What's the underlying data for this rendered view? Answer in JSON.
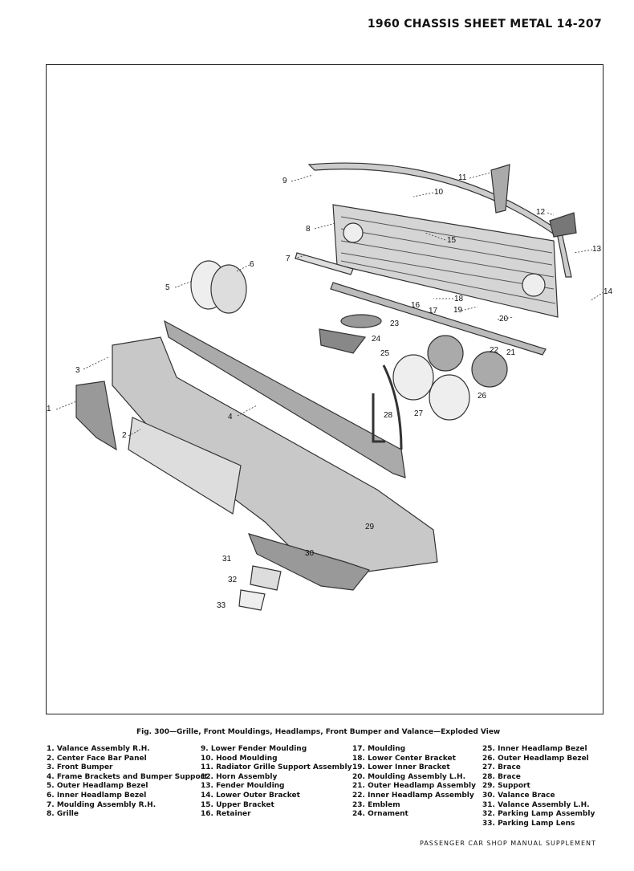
{
  "header": {
    "title": "1960 CHASSIS SHEET METAL 14-207"
  },
  "callouts": [
    "1",
    "2",
    "3",
    "4",
    "5",
    "6",
    "7",
    "8",
    "9",
    "10",
    "11",
    "12",
    "13",
    "14",
    "15",
    "16",
    "17",
    "18",
    "19",
    "20",
    "21",
    "22",
    "23",
    "24",
    "25",
    "26",
    "27",
    "28",
    "29",
    "30",
    "31",
    "32",
    "33"
  ],
  "caption": "Fig. 300—Grille, Front Mouldings, Headlamps, Front Bumper and Valance—Exploded View",
  "legend": {
    "col1": [
      "1. Valance Assembly R.H.",
      "2. Center Face Bar Panel",
      "3. Front Bumper",
      "4. Frame Brackets and Bumper Support",
      "5. Outer Headlamp Bezel",
      "6. Inner Headlamp Bezel",
      "7. Moulding Assembly R.H.",
      "8. Grille"
    ],
    "col2": [
      "9. Lower Fender Moulding",
      "10. Hood Moulding",
      "11. Radiator Grille Support Assembly",
      "12. Horn Assembly",
      "13. Fender Moulding",
      "14. Lower Outer Bracket",
      "15. Upper Bracket",
      "16. Retainer"
    ],
    "col3": [
      "17. Moulding",
      "18. Lower Center Bracket",
      "19. Lower Inner Bracket",
      "20. Moulding Assembly L.H.",
      "21. Outer Headlamp Assembly",
      "22. Inner Headlamp Assembly",
      "23. Emblem",
      "24. Ornament"
    ],
    "col4": [
      "25. Inner Headlamp Bezel",
      "26. Outer Headlamp Bezel",
      "27. Brace",
      "28. Brace",
      "29. Support",
      "30. Valance Brace",
      "31. Valance Assembly L.H.",
      "32. Parking Lamp Assembly",
      "33. Parking Lamp Lens"
    ]
  },
  "footer": "PASSENGER CAR SHOP MANUAL SUPPLEMENT"
}
